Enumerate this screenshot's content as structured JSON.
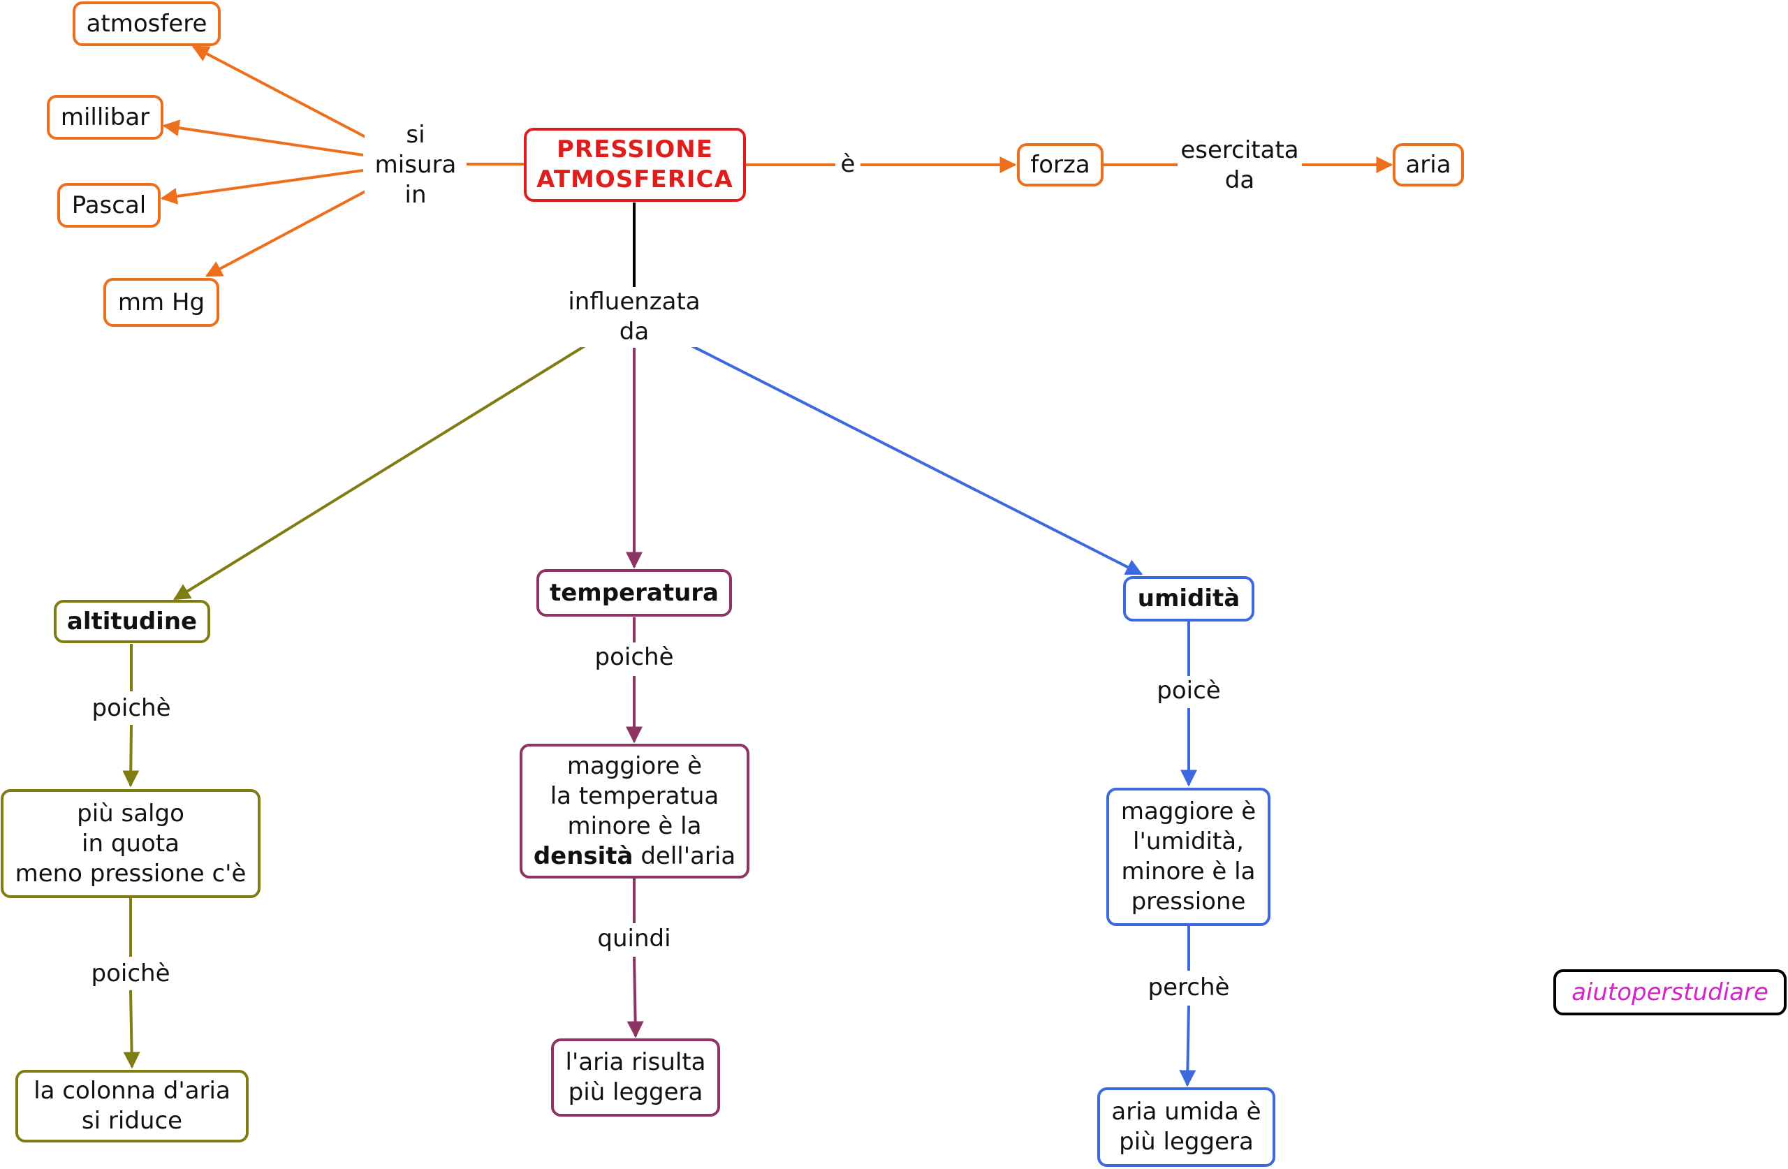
{
  "central": {
    "line1": "PRESSIONE",
    "line2": "ATMOSFERICA"
  },
  "units": {
    "link_label": [
      "si",
      "misura",
      "in"
    ],
    "items": [
      "atmosfere",
      "millibar",
      "Pascal",
      "mm Hg"
    ]
  },
  "definition": {
    "link_e": "è",
    "forza": "forza",
    "link_esercitata": [
      "esercitata",
      "da"
    ],
    "aria": "aria"
  },
  "influence": {
    "link_label": [
      "influenzata",
      "da"
    ]
  },
  "altitudine": {
    "title": "altitudine",
    "link1": "poichè",
    "box1": [
      "più salgo",
      "in quota",
      "meno pressione c'è"
    ],
    "link2": "poichè",
    "box2": [
      "la colonna d'aria",
      "si riduce"
    ]
  },
  "temperatura": {
    "title": "temperatura",
    "link1": "poichè",
    "box1": {
      "line1": "maggiore è",
      "line2": "la temperatua",
      "line3": "minore è la",
      "bold": "densità",
      "rest": " dell'aria"
    },
    "link2": "quindi",
    "box2": [
      "l'aria risulta",
      "più leggera"
    ]
  },
  "umidita": {
    "title": "umidità",
    "link1": "poicè",
    "box1": [
      "maggiore è",
      "l'umidità,",
      "minore è la",
      "pressione"
    ],
    "link2": "perchè",
    "box2": [
      "aria umida è",
      "più leggera"
    ]
  },
  "brand": "aiutoperstudiare",
  "colors": {
    "orange": "#ee6f1b",
    "red": "#e01d1d",
    "olive": "#7f7d12",
    "purple": "#8e3462",
    "blue": "#3c68e0",
    "magenta": "#d821cc"
  }
}
